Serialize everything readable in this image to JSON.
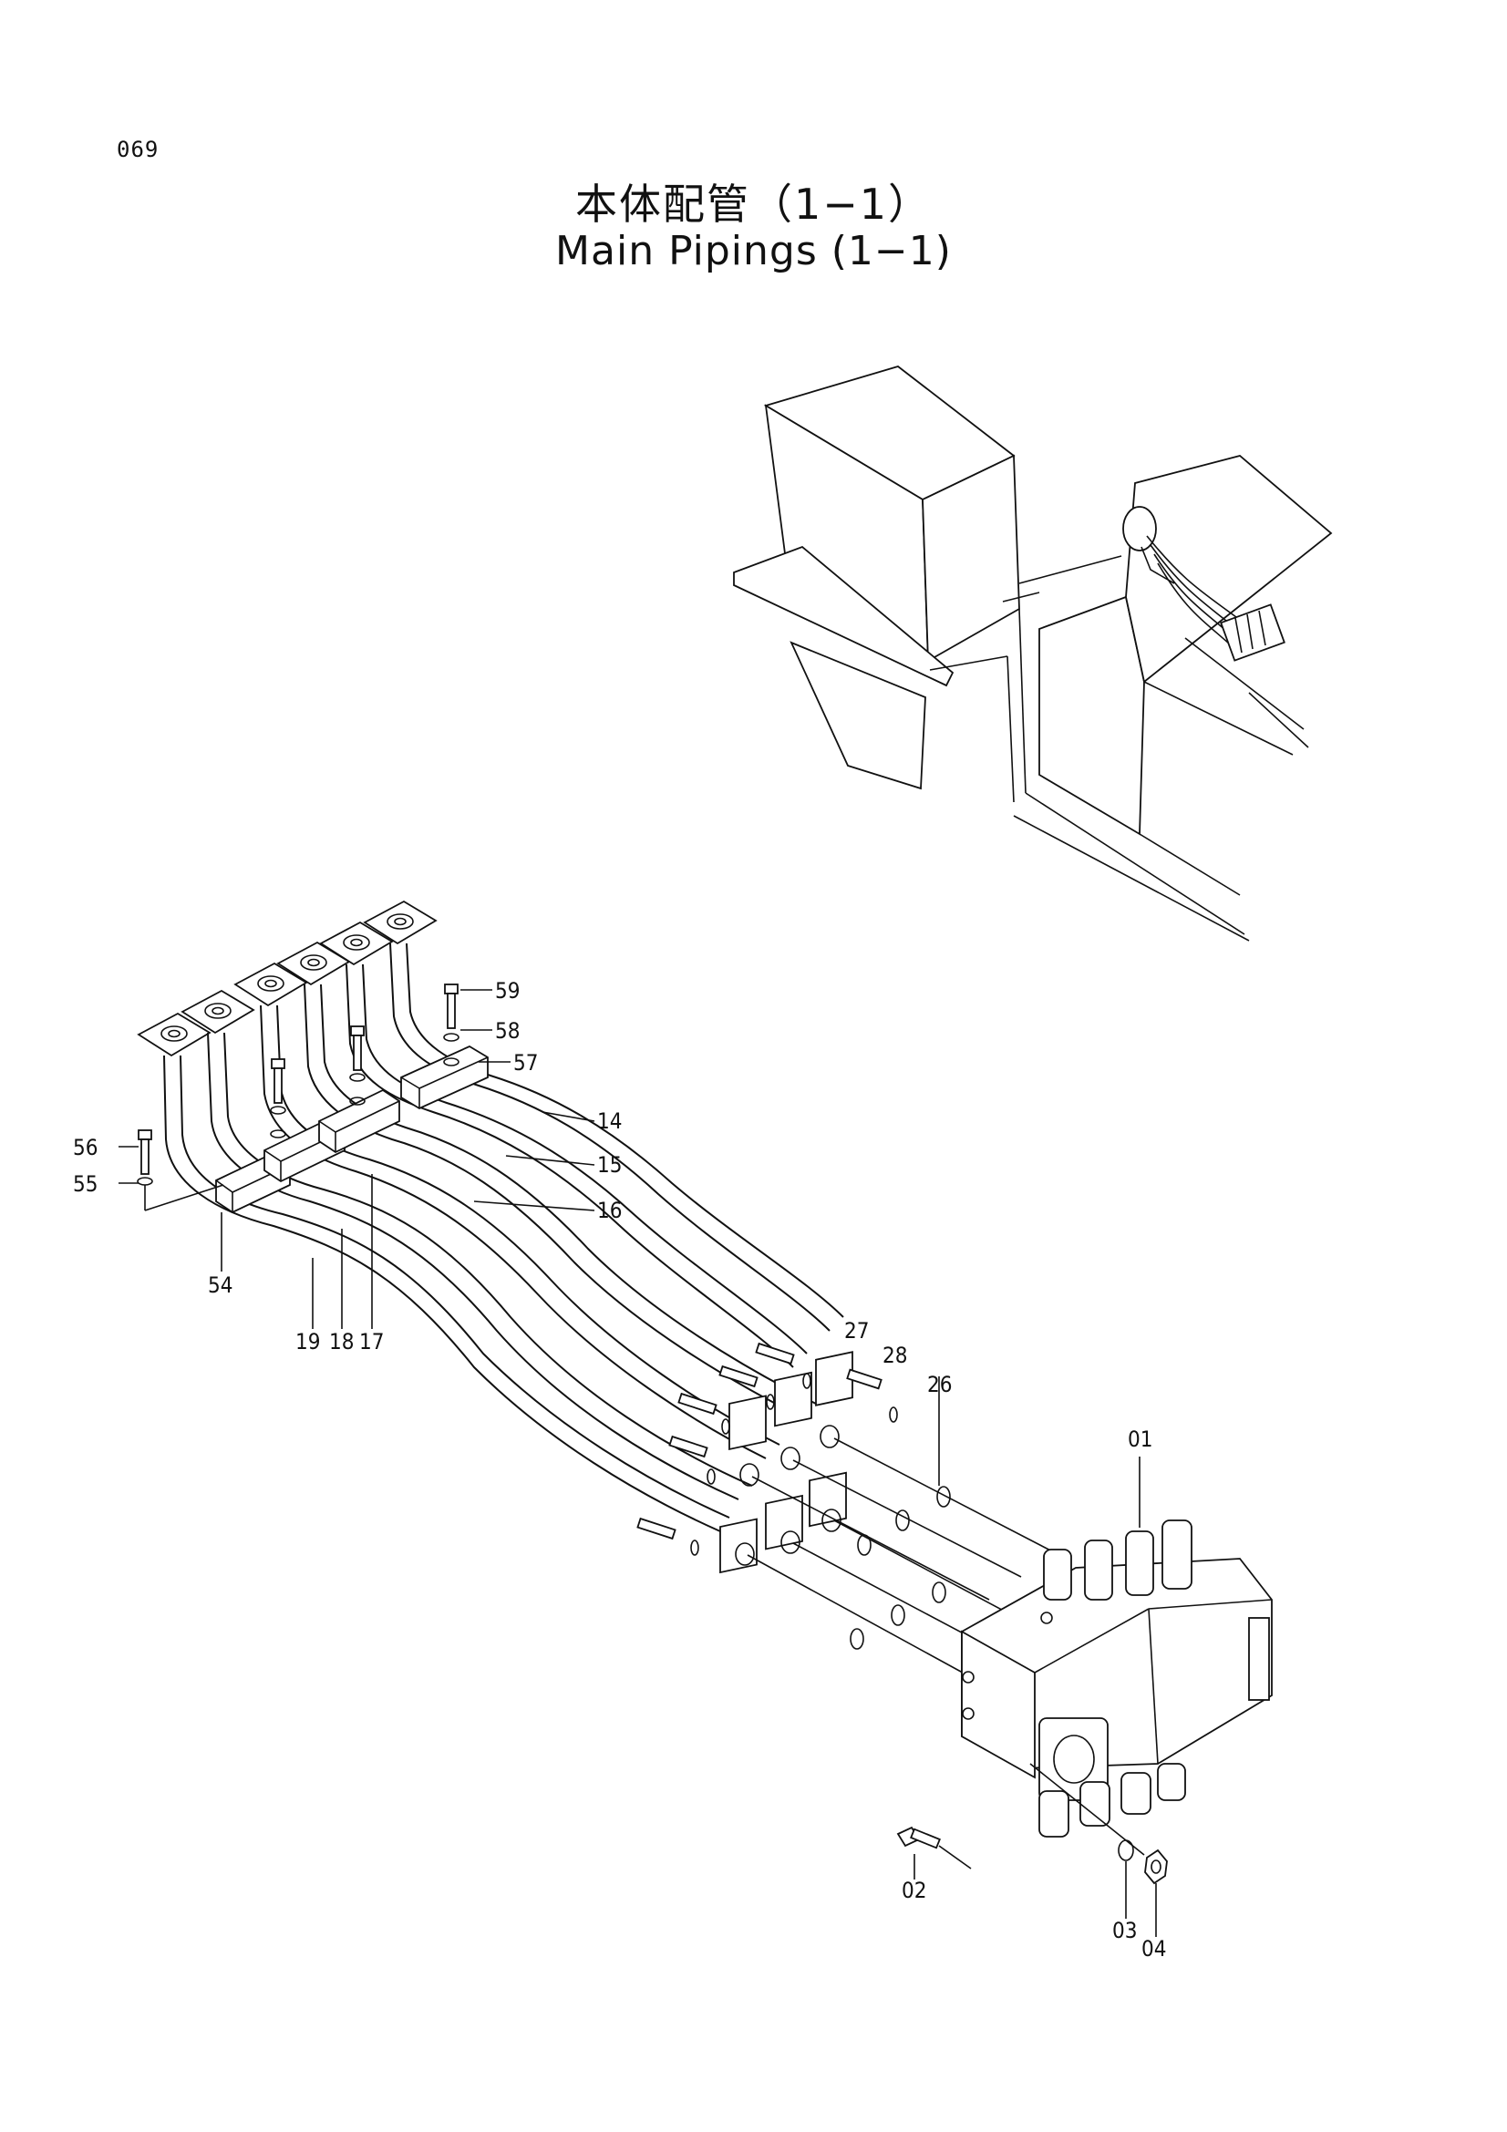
{
  "page_number": "069",
  "title_jp": "本体配管（1−1）",
  "title_en": "Main Pipings (1−1)",
  "part_labels": {
    "p01": "01",
    "p02": "02",
    "p03": "03",
    "p04": "04",
    "p14": "14",
    "p15": "15",
    "p16": "16",
    "p17": "17",
    "p18": "18",
    "p19": "19",
    "p26": "26",
    "p27": "27",
    "p28": "28",
    "p54": "54",
    "p55": "55",
    "p56": "56",
    "p57": "57",
    "p58": "58",
    "p59": "59"
  }
}
